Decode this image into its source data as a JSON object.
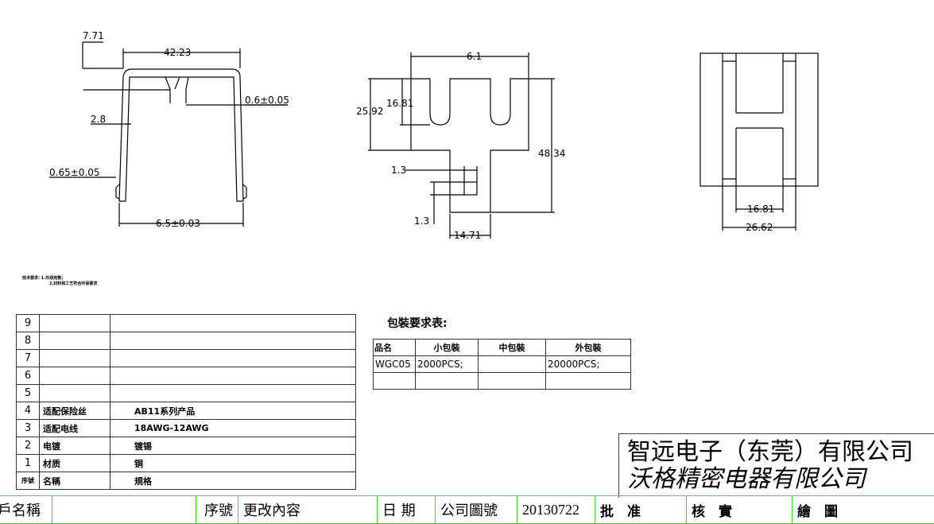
{
  "drawing": {
    "front_view": {
      "dims": [
        "7.71",
        "42.23",
        "0.6±0.05",
        "2.8",
        "0.65±0.05",
        "6.5±0.03"
      ]
    },
    "unfolded_view": {
      "dims": [
        "6.1",
        "25.92",
        "16.81",
        "48.34",
        "1.3",
        "1.3",
        "14.71"
      ]
    },
    "top_view": {
      "dims": [
        "16.81",
        "26.62"
      ]
    }
  },
  "tech_requirements": {
    "label": "技术要求:",
    "items": [
      "1.外观完整；",
      "2.材料和工艺符合环保要求"
    ]
  },
  "bom": {
    "rows": [
      {
        "no": "9",
        "name": "",
        "spec": ""
      },
      {
        "no": "8",
        "name": "",
        "spec": ""
      },
      {
        "no": "7",
        "name": "",
        "spec": ""
      },
      {
        "no": "6",
        "name": "",
        "spec": ""
      },
      {
        "no": "5",
        "name": "",
        "spec": ""
      },
      {
        "no": "4",
        "name": "适配保险丝",
        "spec": "AB11系列产品"
      },
      {
        "no": "3",
        "name": "适配电线",
        "spec": "18AWG-12AWG"
      },
      {
        "no": "2",
        "name": "电镀",
        "spec": "镀锡"
      },
      {
        "no": "1",
        "name": "材质",
        "spec": "铜"
      }
    ],
    "header": {
      "no": "序號",
      "name": "名稱",
      "spec": "規格"
    }
  },
  "packaging": {
    "title": "包裝要求表:",
    "headers": [
      "品名",
      "小包裝",
      "中包裝",
      "外包裝"
    ],
    "rows": [
      [
        "WGC05",
        "2000PCS;",
        "",
        "20000PCS;"
      ],
      [
        "",
        "",
        "",
        ""
      ]
    ]
  },
  "company": {
    "line1": "智远电子（东莞）有限公司",
    "line2": "沃格精密电器有限公司"
  },
  "title_block": {
    "customer_label": "戶名稱",
    "customer_value": "",
    "seq_label": "序號",
    "change_label": "更改內容",
    "date_label": "日 期",
    "drawing_no_label": "公司圖號",
    "drawing_no": "20130722",
    "approve_label": "批　准",
    "check_label": "核　實",
    "draw_label": "繪　圖"
  }
}
